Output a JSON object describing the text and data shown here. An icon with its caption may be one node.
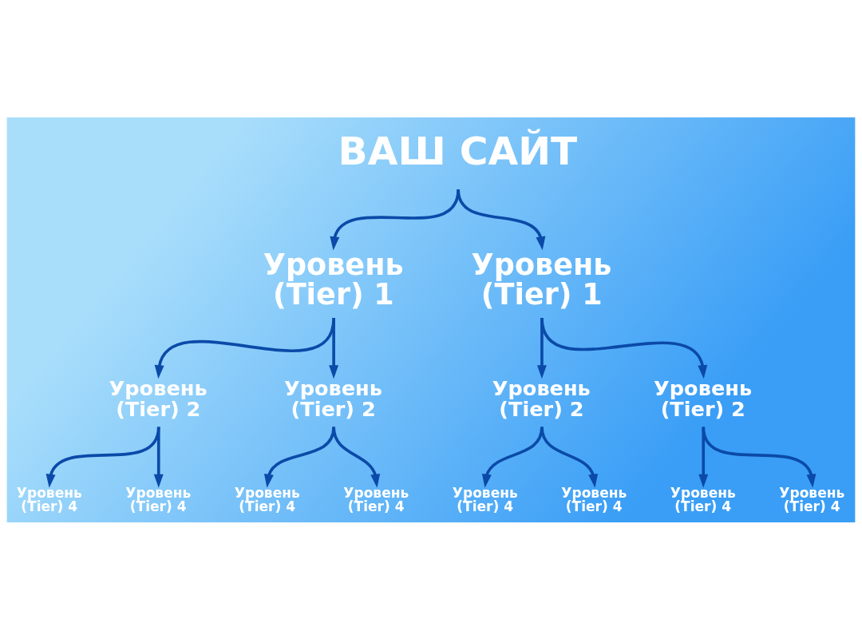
{
  "diagram": {
    "nodes": [
      {
        "text": [
          "ВАШ САЙТ"
        ]
      },
      {
        "text": [
          "Уровень (Tier) 1"
        ]
      },
      {
        "text": [
          "Уровень (Tier) 1"
        ]
      },
      {
        "text": [
          "Уровень (Tier) 2"
        ]
      },
      {
        "text": [
          "Уровень (Tier) 2"
        ]
      },
      {
        "text": [
          "Уровень (Tier) 2"
        ]
      },
      {
        "text": [
          "Уровень (Tier) 2"
        ]
      },
      {
        "text": [
          "Уровень (Tier) 4"
        ]
      },
      {
        "text": [
          "Уровень (Tier) 4"
        ]
      },
      {
        "text": [
          "Уровень (Tier) 4"
        ]
      },
      {
        "text": [
          "Уровень (Tier) 4"
        ]
      },
      {
        "text": [
          "Уровень (Tier) 4"
        ]
      },
      {
        "text": [
          "Уровень (Tier) 4"
        ]
      },
      {
        "text": [
          "Уровень (Tier) 4"
        ]
      },
      {
        "text": [
          "Уровень (Tier) 4"
        ]
      }
    ],
    "edges": [
      {
        "from": 0,
        "to": 1,
        "arrow": "to"
      },
      {
        "from": 0,
        "to": 2,
        "arrow": "to"
      },
      {
        "from": 1,
        "to": 3,
        "arrow": "to"
      },
      {
        "from": 1,
        "to": 4,
        "arrow": "to"
      },
      {
        "from": 2,
        "to": 5,
        "arrow": "to"
      },
      {
        "from": 2,
        "to": 6,
        "arrow": "to"
      },
      {
        "from": 3,
        "to": 7,
        "arrow": "to"
      },
      {
        "from": 3,
        "to": 8,
        "arrow": "to"
      },
      {
        "from": 4,
        "to": 9,
        "arrow": "to"
      },
      {
        "from": 4,
        "to": 10,
        "arrow": "to"
      },
      {
        "from": 5,
        "to": 11,
        "arrow": "to"
      },
      {
        "from": 5,
        "to": 12,
        "arrow": "to"
      },
      {
        "from": 6,
        "to": 13,
        "arrow": "to"
      },
      {
        "from": 6,
        "to": 14,
        "arrow": "to"
      }
    ]
  }
}
